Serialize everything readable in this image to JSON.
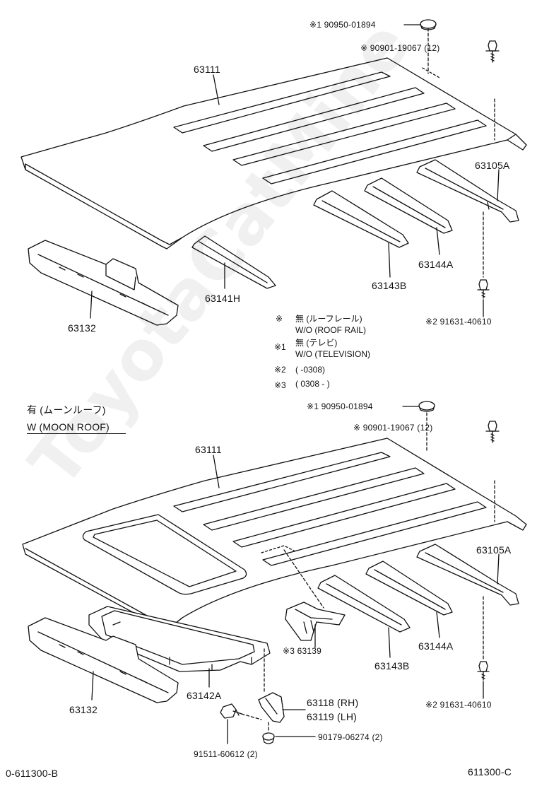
{
  "watermark": "ToyotaCatMine",
  "top": {
    "roof_panel": "63111",
    "clip_1": "※1 90950-01894",
    "bolt_1": "※ 90901-19067 (12)",
    "rail_105": "63105A",
    "rail_144": "63144A",
    "rail_143": "63143B",
    "rail_141": "63141H",
    "header_132": "63132",
    "bolt_2": "※2 91631-40610"
  },
  "notes": [
    {
      "mark": "※",
      "line1": "無 (ルーフレール)",
      "line2": "W/O (ROOF RAIL)"
    },
    {
      "mark": "※1",
      "line1": "無 (テレビ)",
      "line2": "W/O (TELEVISION)"
    },
    {
      "mark": "※2",
      "line1": "(          -0308)"
    },
    {
      "mark": "※3",
      "line1": "( 0308 -          )"
    }
  ],
  "bottom": {
    "variant_jp": "有 (ムーンルーフ)",
    "variant_en": "W (MOON ROOF)",
    "roof_panel": "63111",
    "clip_1": "※1 90950-01894",
    "bolt_1": "※ 90901-19067 (12)",
    "rail_105": "63105A",
    "rail_144": "63144A",
    "rail_143": "63143B",
    "bracket_139": "※3 63139",
    "header_132": "63132",
    "frame_142": "63142A",
    "bolt_2": "※2 91631-40610",
    "bracket_rh": "63118 (RH)",
    "bracket_lh": "63119 (LH)",
    "clip_2": "90179-06274 (2)",
    "bolt_3": "91511-60612 (2)"
  },
  "codes": {
    "left": "0-611300-B",
    "right": "611300-C"
  }
}
